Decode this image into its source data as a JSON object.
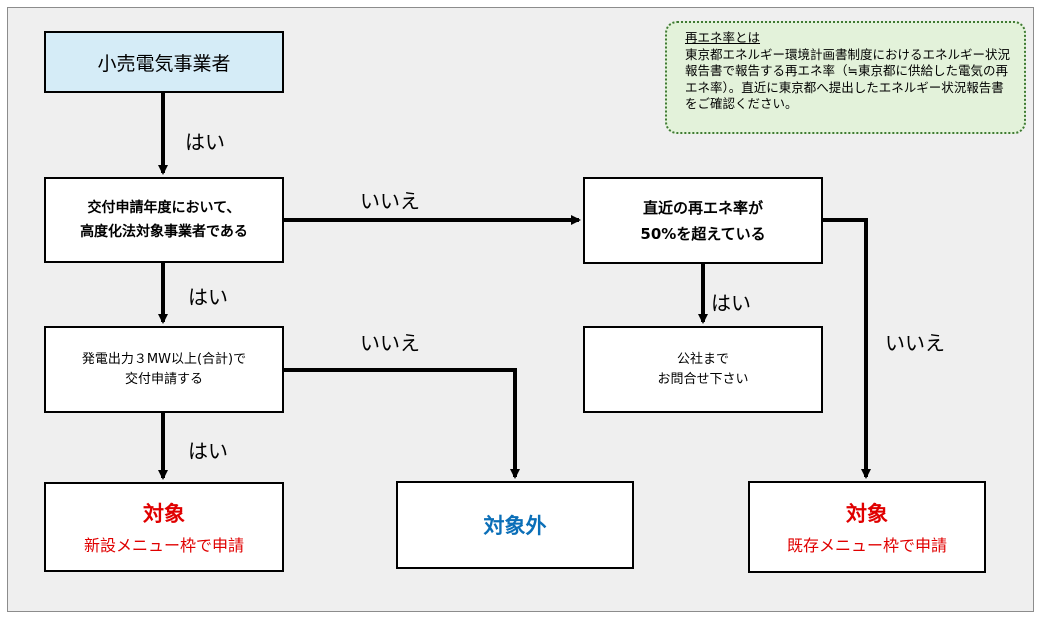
{
  "nodes": {
    "start": "小売電気事業者",
    "q1": [
      "交付申請年度において、",
      "高度化法対象事業者である"
    ],
    "q2": [
      "発電出力３MW以上(合計)で",
      "交付申請する"
    ],
    "q3": [
      "直近の再エネ率が",
      "50%を超えている"
    ],
    "contact": [
      "公社まで",
      "お問合せ下さい"
    ],
    "out_new": {
      "title": "対象",
      "sub": "新設メニュー枠で申請"
    },
    "out_none": {
      "title": "対象外"
    },
    "out_existing": {
      "title": "対象",
      "sub": "既存メニュー枠で申請"
    }
  },
  "edge_labels": {
    "yes": "はい",
    "no": "いいえ"
  },
  "note": {
    "title": "再エネ率とは",
    "body": "東京都エネルギー環境計画書制度におけるエネルギー状況報告書で報告する再エネ率（≒東京都に供給した電気の再エネ率）。直近に東京都へ提出したエネルギー状況報告書をご確認ください。"
  },
  "colors": {
    "start_fill": "#d5ecf7",
    "target_red": "#e00000",
    "nontarget_blue": "#0b6fb8",
    "note_fill": "#e3f2da",
    "note_border": "#3f7a33"
  }
}
